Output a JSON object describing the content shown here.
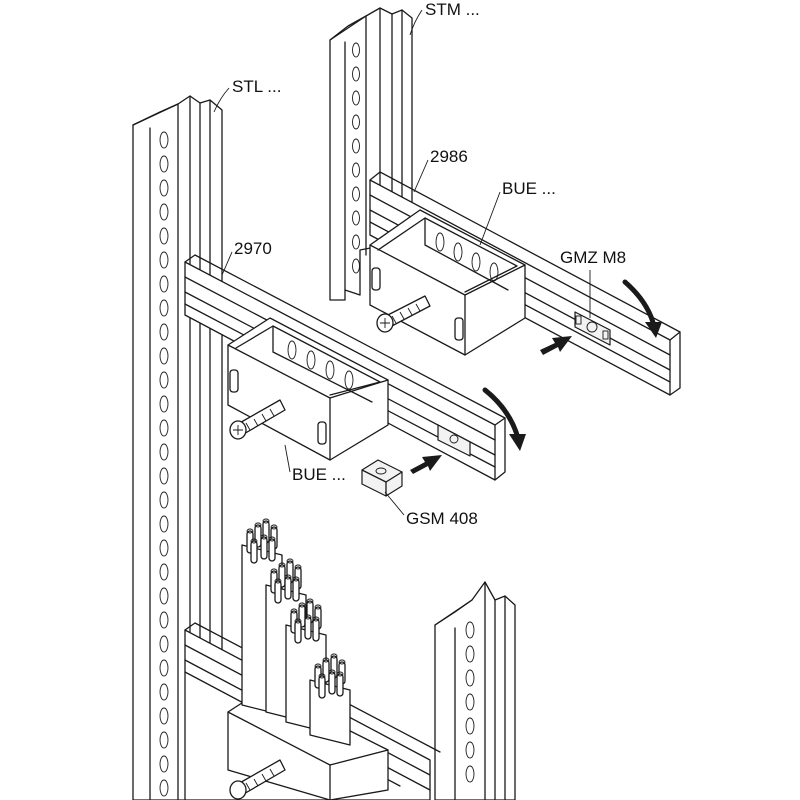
{
  "labels": {
    "stm": "STM ...",
    "stl": "STL ...",
    "part_2986": "2986",
    "bue_top": "BUE ...",
    "gmz": "GMZ M8",
    "part_2970": "2970",
    "bue_mid": "BUE ...",
    "gsm": "GSM 408"
  },
  "colors": {
    "line": "#1a1a1a",
    "background": "#ffffff"
  }
}
